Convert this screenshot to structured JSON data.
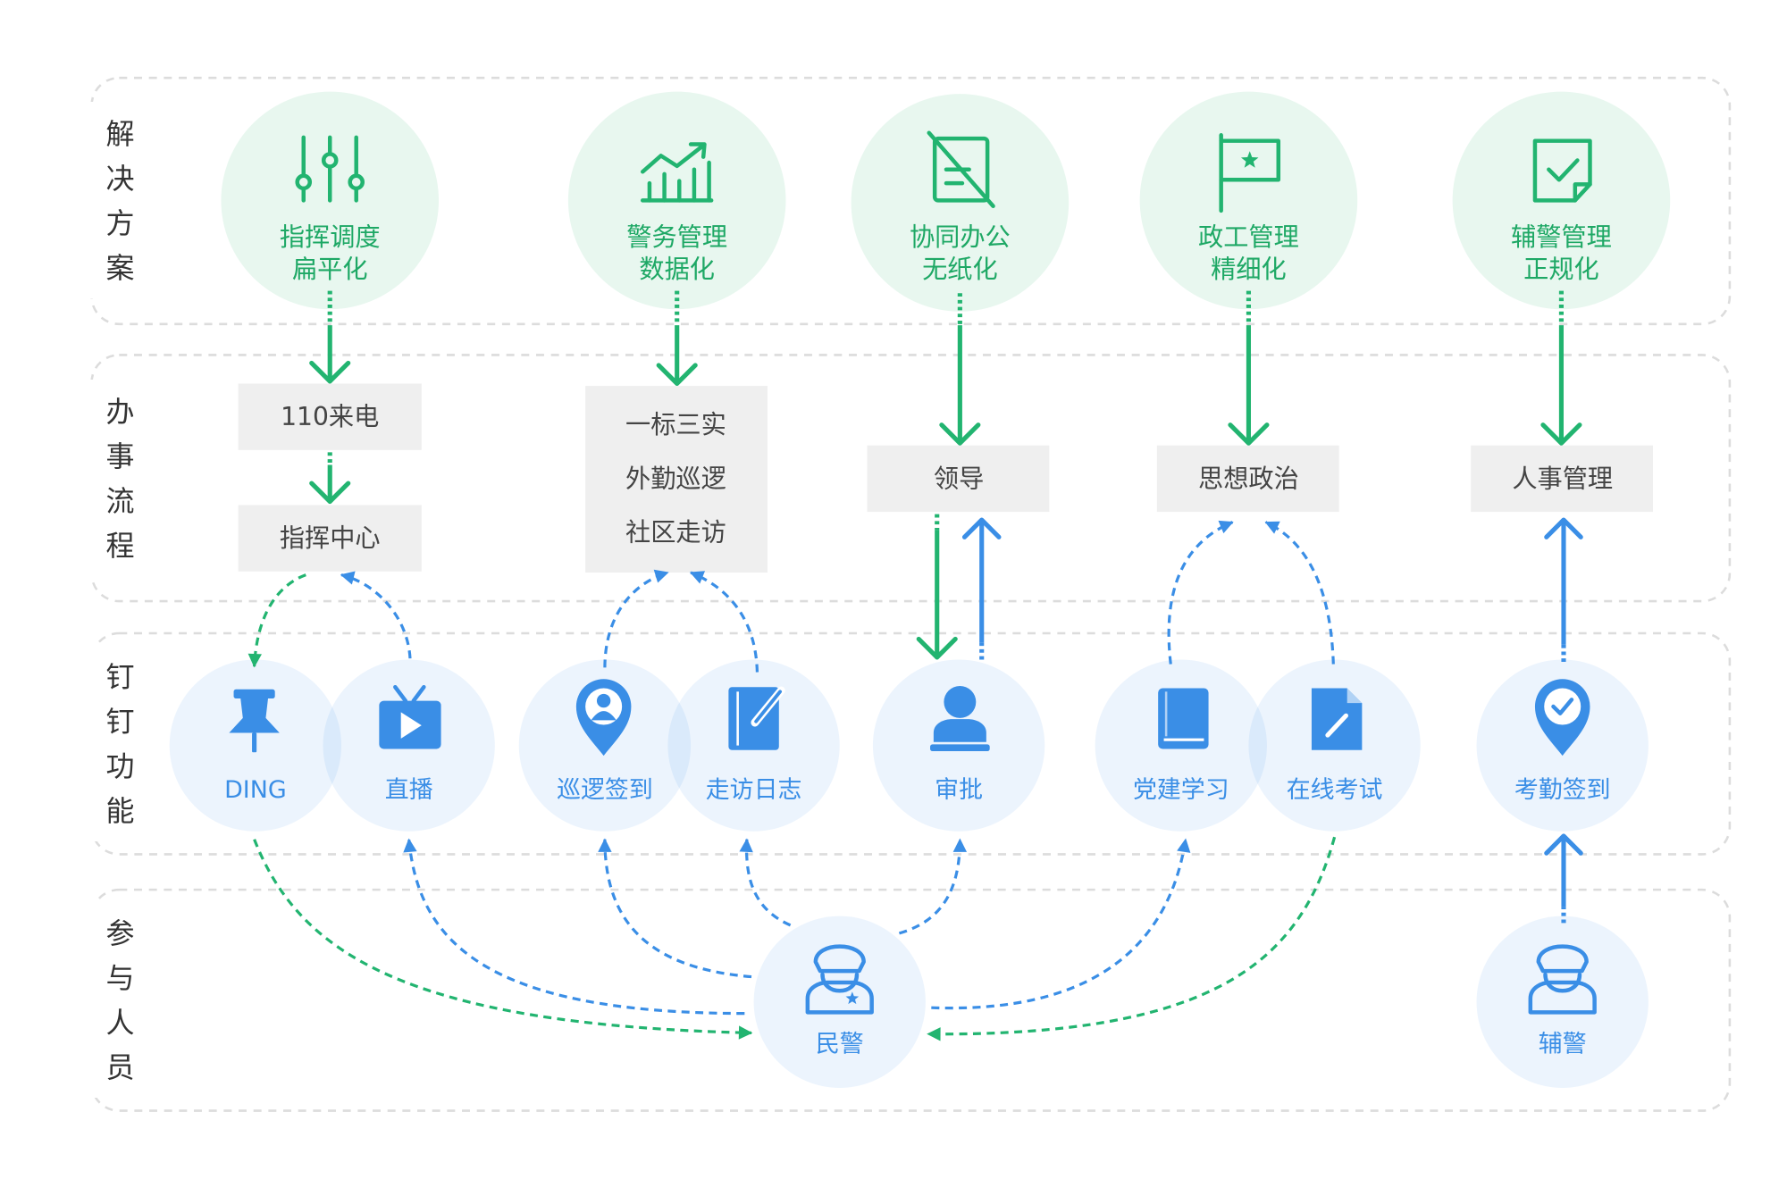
{
  "sections": {
    "solutions": "解决方案",
    "workflow": "办事流程",
    "features": "钉钉功能",
    "participants": "参与人员"
  },
  "solutions": [
    {
      "line1": "指挥调度",
      "line2": "扁平化",
      "icon": "sliders-icon"
    },
    {
      "line1": "警务管理",
      "line2": "数据化",
      "icon": "trend-chart-icon"
    },
    {
      "line1": "协同办公",
      "line2": "无纸化",
      "icon": "paperless-document-icon"
    },
    {
      "line1": "政工管理",
      "line2": "精细化",
      "icon": "flag-icon"
    },
    {
      "line1": "辅警管理",
      "line2": "正规化",
      "icon": "checked-document-icon"
    }
  ],
  "workflow": {
    "call_110": "110来电",
    "command_center": "指挥中心",
    "field_work": [
      "一标三实",
      "外勤巡逻",
      "社区走访"
    ],
    "leader": "领导",
    "political": "思想政治",
    "personnel": "人事管理"
  },
  "features": [
    {
      "label": "DING",
      "icon": "pushpin-icon"
    },
    {
      "label": "直播",
      "icon": "tv-play-icon"
    },
    {
      "label": "巡逻签到",
      "icon": "location-person-icon"
    },
    {
      "label": "走访日志",
      "icon": "notebook-pen-icon"
    },
    {
      "label": "审批",
      "icon": "person-stamp-icon"
    },
    {
      "label": "党建学习",
      "icon": "book-icon"
    },
    {
      "label": "在线考试",
      "icon": "document-edit-icon"
    },
    {
      "label": "考勤签到",
      "icon": "location-check-icon"
    }
  ],
  "participants": [
    {
      "label": "民警",
      "icon": "police-officer-icon"
    },
    {
      "label": "辅警",
      "icon": "auxiliary-police-icon"
    }
  ],
  "colors": {
    "green": "#22b470",
    "blue": "#3a8ee6",
    "solution_circle": "#e8f7ef",
    "box": "#efefef",
    "text": "#444444"
  }
}
